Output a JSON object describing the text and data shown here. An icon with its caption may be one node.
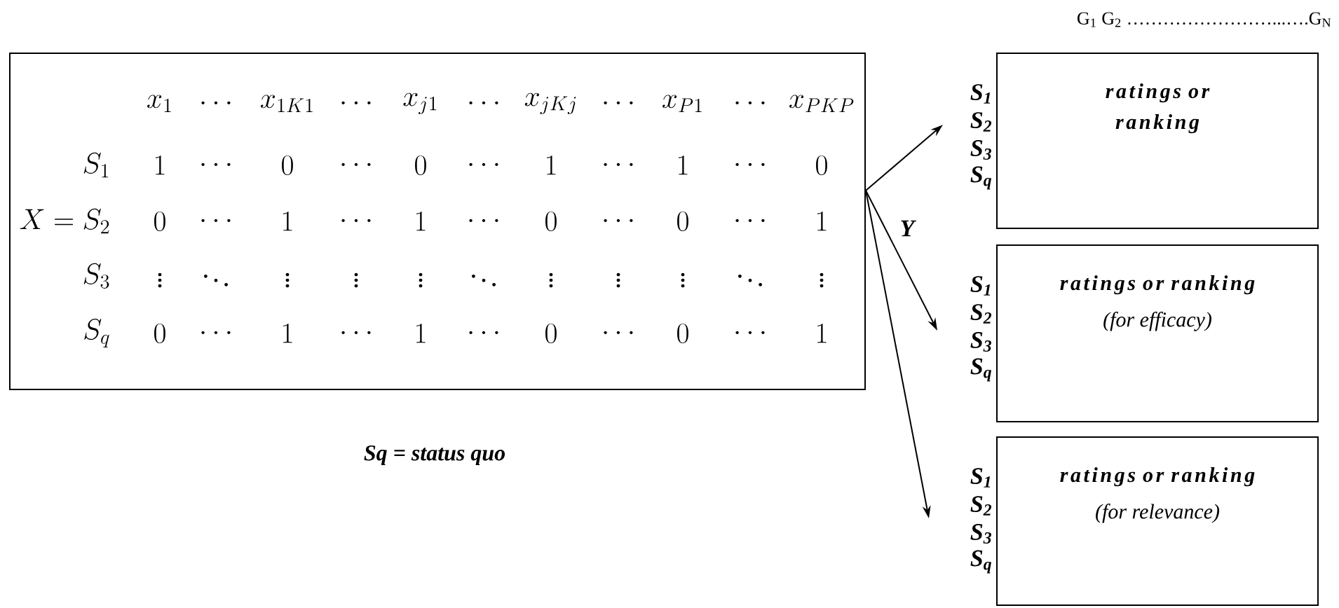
{
  "diagram": {
    "nodes": [
      {
        "text": [
          "x_{1}",
          "\\cdots",
          "x_{1K1}",
          "\\cdots",
          "x_{j1}",
          "\\cdots",
          "x_{jKj}",
          "\\cdots",
          "x_{P1}",
          "\\cdots",
          "x_{PKP}",
          "S_{1}",
          "1",
          "\\cdots",
          "0",
          "\\cdots",
          "0",
          "\\cdots",
          "1",
          "\\cdots",
          "1",
          "\\cdots",
          "0",
          "X = S_{2}",
          "0",
          "\\cdots",
          "1",
          "\\cdots",
          "1",
          "\\cdots",
          "0",
          "\\cdots",
          "0",
          "\\cdots",
          "1",
          "S_{3}",
          "\\vdots",
          "\\ddots",
          "\\vdots",
          "\\vdots",
          "\\vdots",
          "\\ddots",
          "\\vdots",
          "\\vdots",
          "\\vdots",
          "\\ddots",
          "\\vdots",
          "S_{q}",
          "0",
          "\\cdots",
          "1",
          "\\cdots",
          "1",
          "\\cdots",
          "0",
          "\\cdots",
          "0",
          "\\cdots",
          "1"
        ]
      },
      {
        "text": [
          "ratings or ranking"
        ],
        "beside": [
          "S$_{1}$",
          "S$_{2}$",
          "S$_{3}$",
          "S$_{q}$"
        ]
      },
      {
        "text": [
          "ratings or ranking",
          "(for efficacy)"
        ],
        "beside": [
          "S$_{1}$",
          "S$_{2}$",
          "S$_{3}$",
          "S$_{q}$"
        ]
      },
      {
        "text": [
          "ratings or ranking",
          "(for relevance)"
        ],
        "beside": [
          "S$_{1}$",
          "S$_{2}$",
          "S$_{3}$",
          "S$_{q}$"
        ]
      }
    ],
    "edges": [
      {
        "from": 0,
        "to": 1,
        "arrow": "to"
      },
      {
        "from": 0,
        "to": 2,
        "arrow": "to",
        "label": "Y"
      },
      {
        "from": 0,
        "to": 3,
        "arrow": "to"
      }
    ],
    "labels": [
      "G$_{1}$  G$_{2}$ ……………………...….G$_{N}$",
      "Sq = status quo"
    ]
  }
}
